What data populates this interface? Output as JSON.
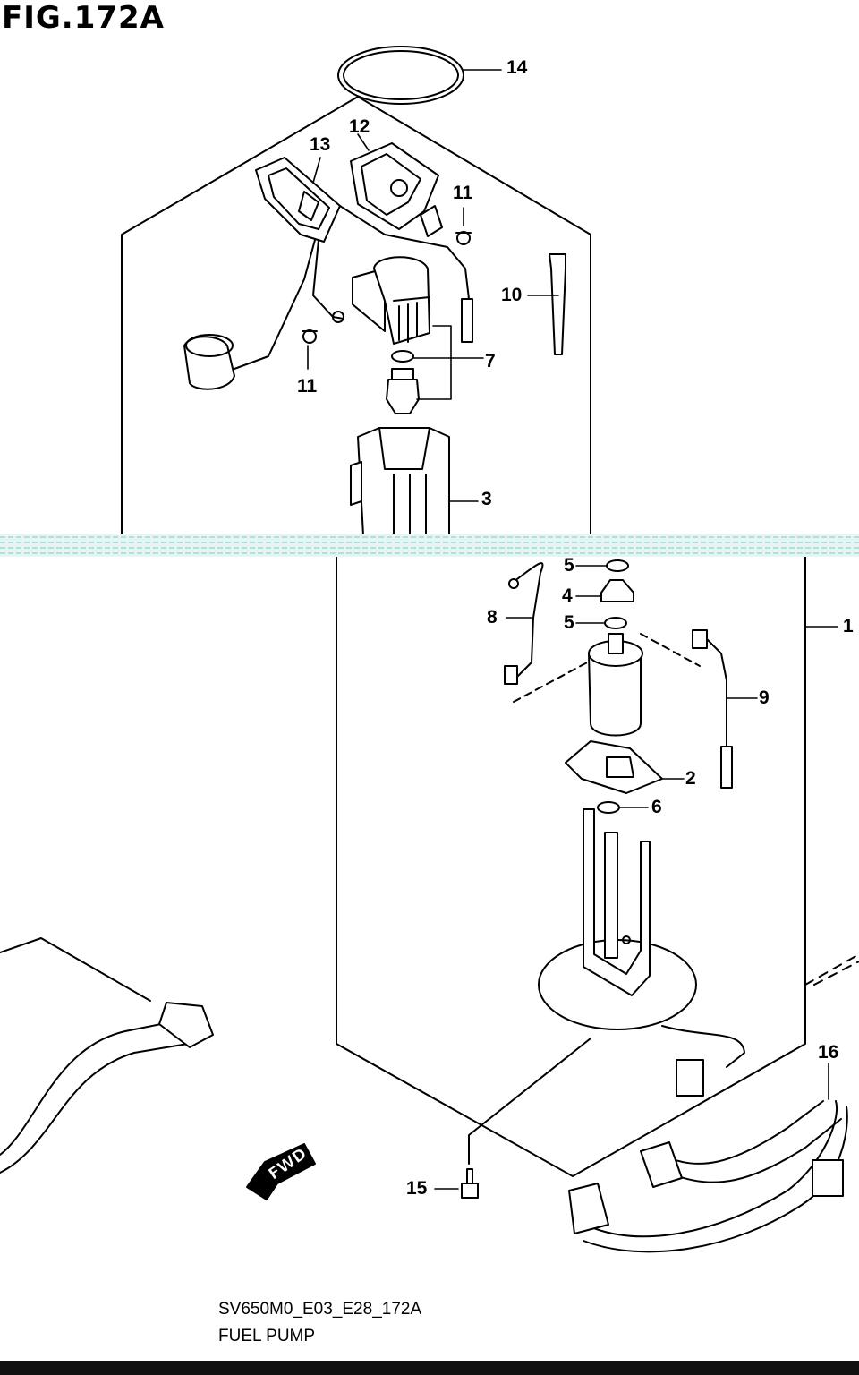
{
  "figure": {
    "title": "FIG.172A",
    "drawing_code": "SV650M0_E03_E28_172A",
    "caption": "FUEL PUMP",
    "fwd_label": "FWD"
  },
  "callouts": [
    "14",
    "12",
    "13",
    "11",
    "10",
    "7",
    "11",
    "3",
    "5",
    "4",
    "5",
    "8",
    "1",
    "9",
    "2",
    "6",
    "16",
    "15"
  ]
}
